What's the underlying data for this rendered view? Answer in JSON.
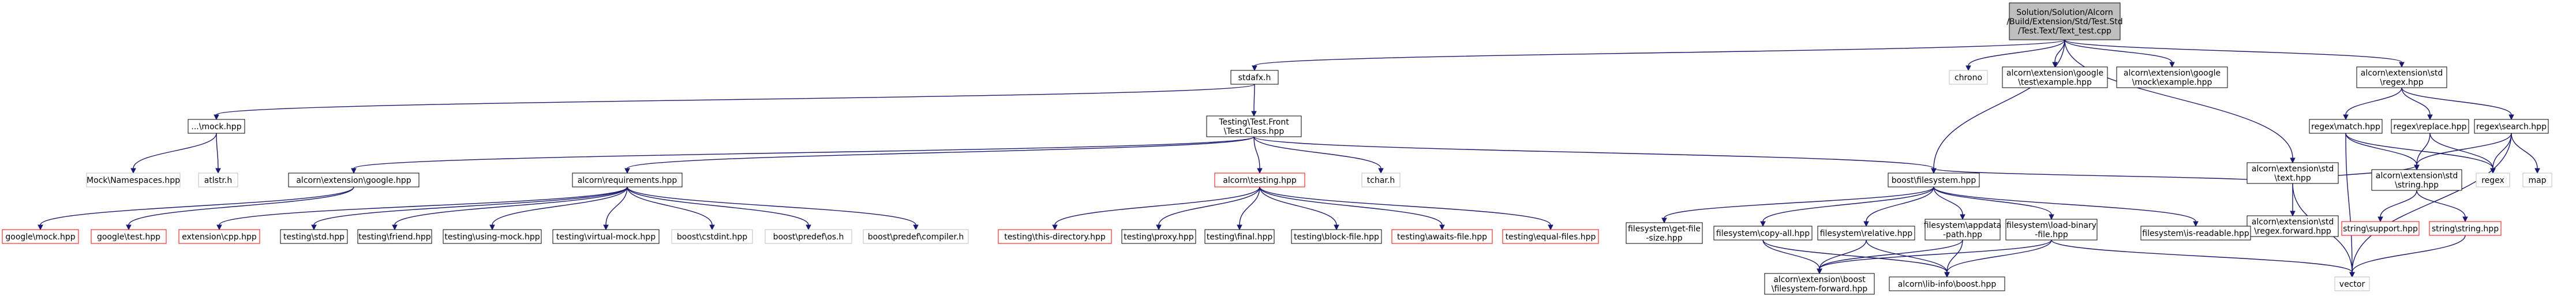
{
  "colors": {
    "edge": "#191970",
    "node_border": "#000000",
    "node_border_missing": "#ff0000",
    "node_border_light": "#bfbfbf",
    "root_fill": "#bfbfbf",
    "node_fill": "#ffffff"
  },
  "nodes": {
    "root": [
      "Solution/Solution/Alcorn",
      "/Build/Extension/Std/Test.Std",
      "/Test.Text/Text_test.cpp"
    ],
    "stdafx": [
      "stdafx.h"
    ],
    "chrono": [
      "chrono"
    ],
    "gtest_ex": [
      "alcorn\\extension\\google",
      "\\test\\example.hpp"
    ],
    "gmock_ex": [
      "alcorn\\extension\\google",
      "\\mock\\example.hpp"
    ],
    "std_text": [
      "alcorn\\extension\\std",
      "\\text.hpp"
    ],
    "std_regex": [
      "alcorn\\extension\\std",
      "\\regex.hpp"
    ],
    "mock": [
      "...\\mock.hpp"
    ],
    "test_class": [
      "Testing\\Test.Front",
      "\\Test.Class.hpp"
    ],
    "mock_ns": [
      "Mock\\Namespaces.hpp"
    ],
    "atlstr": [
      "atlstr.h"
    ],
    "ext_google": [
      "alcorn\\extension\\google.hpp"
    ],
    "reqs": [
      "alcorn\\requirements.hpp"
    ],
    "testing": [
      "alcorn\\testing.hpp"
    ],
    "tchar": [
      "tchar.h"
    ],
    "fs": [
      "boost\\filesystem.hpp"
    ],
    "regex_fwd": [
      "alcorn\\extension\\std",
      "\\regex.forward.hpp"
    ],
    "r_match": [
      "regex\\match.hpp"
    ],
    "r_replace": [
      "regex\\replace.hpp"
    ],
    "r_search": [
      "regex\\search.hpp"
    ],
    "std_string": [
      "alcorn\\extension\\std",
      "\\string.hpp"
    ],
    "regex": [
      "regex"
    ],
    "map": [
      "map"
    ],
    "g_mock": [
      "google\\mock.hpp"
    ],
    "g_test": [
      "google\\test.hpp"
    ],
    "ext_cpp": [
      "extension\\cpp.hpp"
    ],
    "t_std": [
      "testing\\std.hpp"
    ],
    "t_friend": [
      "testing\\friend.hpp"
    ],
    "t_usingmock": [
      "testing\\using-mock.hpp"
    ],
    "t_virtmock": [
      "testing\\virtual-mock.hpp"
    ],
    "b_cstdint": [
      "boost\\cstdint.hpp"
    ],
    "b_posix": [
      "boost\\predef\\os.h"
    ],
    "b_compiler": [
      "boost\\predef\\compiler.h"
    ],
    "t_thisdir": [
      "testing\\this-directory.hpp"
    ],
    "t_proxy": [
      "testing\\proxy.hpp"
    ],
    "t_final": [
      "testing\\final.hpp"
    ],
    "t_block": [
      "testing\\block-file.hpp"
    ],
    "t_awaits": [
      "testing\\awaits-file.hpp"
    ],
    "t_equal": [
      "testing\\equal-files.hpp"
    ],
    "fs_getsize": [
      "filesystem\\get-file",
      "-size.hpp"
    ],
    "fs_copyall": [
      "filesystem\\copy-all.hpp"
    ],
    "fs_relative": [
      "filesystem\\relative.hpp"
    ],
    "fs_appdata": [
      "filesystem\\appdata",
      "-path.hpp"
    ],
    "fs_readbin": [
      "filesystem\\load-binary",
      "-file.hpp"
    ],
    "fs_readable": [
      "filesystem\\is-readable.hpp"
    ],
    "fs_fwd": [
      "alcorn\\extension\\boost",
      "\\filesystem-forward.hpp"
    ],
    "lib_boost": [
      "alcorn\\lib-info\\boost.hpp"
    ],
    "vector": [
      "vector"
    ],
    "s_support": [
      "string\\support.hpp"
    ],
    "s_string": [
      "string\\string.hpp"
    ]
  }
}
